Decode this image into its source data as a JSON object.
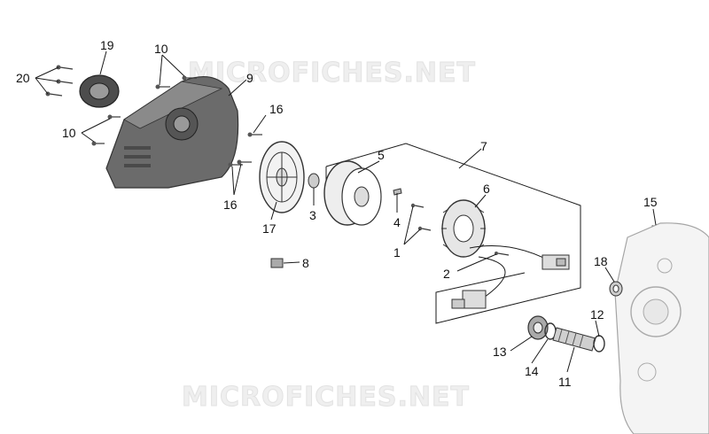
{
  "watermark": "MICROFICHES.NET",
  "callouts": {
    "c19": "19",
    "c20": "20",
    "c10a": "10",
    "c10b": "10",
    "c9": "9",
    "c16a": "16",
    "c16b": "16",
    "c17": "17",
    "c3": "3",
    "c5": "5",
    "c7": "7",
    "c6": "6",
    "c4": "4",
    "c1": "1",
    "c8": "8",
    "c2": "2",
    "c15": "15",
    "c18": "18",
    "c12": "12",
    "c13": "13",
    "c14": "14",
    "c11": "11"
  }
}
